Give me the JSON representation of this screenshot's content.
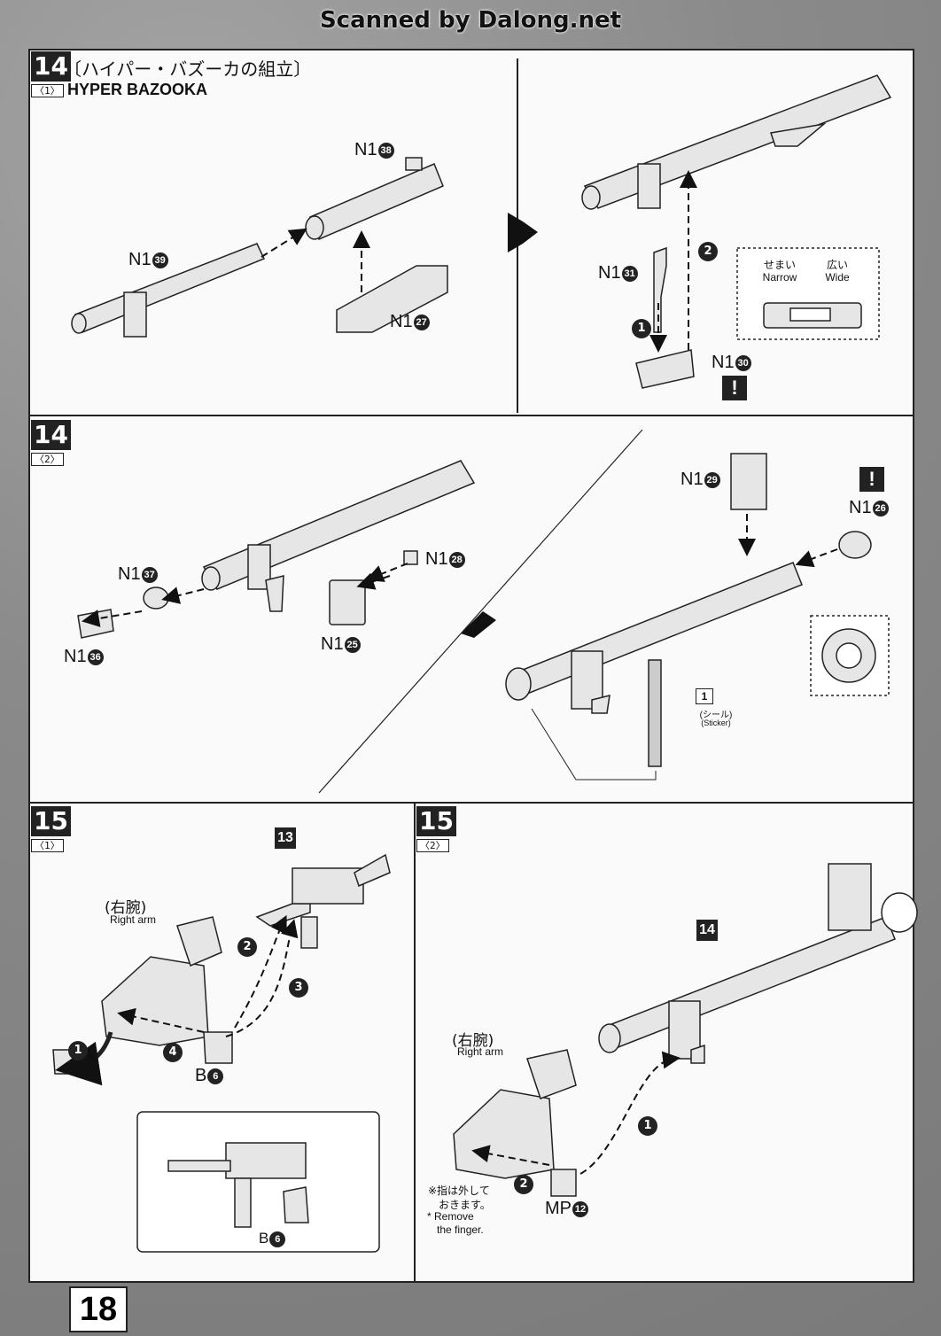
{
  "watermark": "Scanned by Dalong.net",
  "page_number": "18",
  "steps": {
    "s14_1": {
      "num": "14",
      "sub": "〈1〉",
      "title_jp": "〔ハイパー・バズーカの組立〕",
      "title_en": "HYPER BAZOOKA"
    },
    "s14_2": {
      "num": "14",
      "sub": "〈2〉"
    },
    "s15_1": {
      "num": "15",
      "sub": "〈1〉"
    },
    "s15_2": {
      "num": "15",
      "sub": "〈2〉"
    }
  },
  "parts": {
    "n138": {
      "pre": "N1",
      "num": "38"
    },
    "n139": {
      "pre": "N1",
      "num": "39"
    },
    "n127": {
      "pre": "N1",
      "num": "27"
    },
    "n131": {
      "pre": "N1",
      "num": "31"
    },
    "n130": {
      "pre": "N1",
      "num": "30"
    },
    "n137": {
      "pre": "N1",
      "num": "37"
    },
    "n128": {
      "pre": "N1",
      "num": "28"
    },
    "n136": {
      "pre": "N1",
      "num": "36"
    },
    "n125": {
      "pre": "N1",
      "num": "25"
    },
    "n129": {
      "pre": "N1",
      "num": "29"
    },
    "n126": {
      "pre": "N1",
      "num": "26"
    },
    "b6a": {
      "pre": "B",
      "num": "6"
    },
    "b6b": {
      "pre": "B",
      "num": "6"
    },
    "mp12": {
      "pre": "MP",
      "num": "12"
    }
  },
  "notes": {
    "narrow_jp": "せまい",
    "narrow_en": "Narrow",
    "wide_jp": "広い",
    "wide_en": "Wide",
    "sticker_jp": "(シール)",
    "sticker_en": "(Sticker)",
    "sticker_num": "1",
    "right_arm_jp": "(右腕)",
    "right_arm_en": "Right arm",
    "remove_jp_1": "※指は外して",
    "remove_jp_2": "おきます。",
    "remove_en_1": "* Remove",
    "remove_en_2": "the finger."
  },
  "callouts": {
    "box13": "13",
    "box14": "14",
    "caution": "!"
  },
  "order_marks": [
    "1",
    "2",
    "3",
    "4"
  ]
}
